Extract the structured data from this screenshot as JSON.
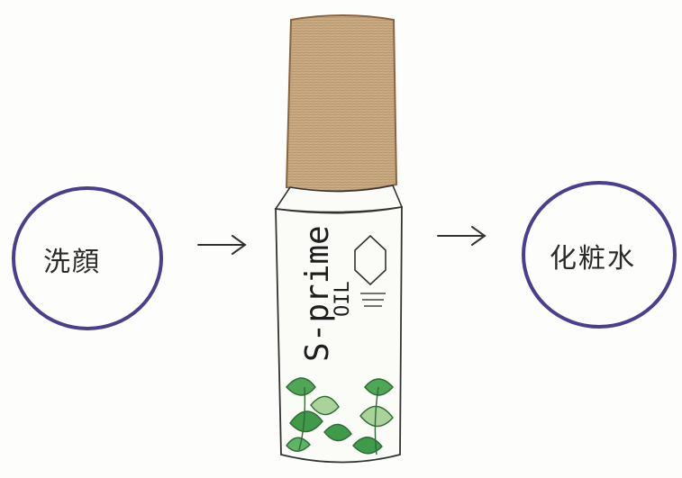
{
  "steps": [
    {
      "label": "洗顔",
      "icon": "circle-icon"
    },
    {
      "label": "S-prime",
      "sub_label": "OIL",
      "icon": "oil-bottle-icon"
    },
    {
      "label": "化粧水",
      "icon": "circle-icon"
    }
  ],
  "arrows": [
    "arrow-right-icon",
    "arrow-right-icon"
  ],
  "colors": {
    "circle_stroke": "#4a3f8c",
    "cap_fill": "#c8aa82",
    "cap_outline": "#8a6440",
    "leaf_fill": "#3f9a4a",
    "leaf_light": "#a9d39a",
    "ink": "#222222"
  }
}
